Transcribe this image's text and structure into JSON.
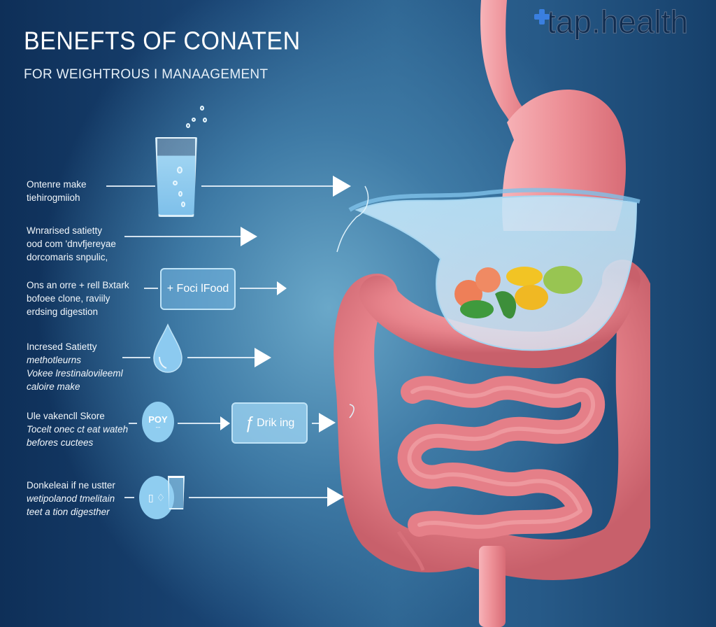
{
  "header": {
    "title": "BENEFTS OF CONATEN",
    "subtitle": "FOR WEIGHTROUS I MANAAGEMENT"
  },
  "brand": {
    "logo_text": "tap.health",
    "accent_color": "#3a7fe0"
  },
  "benefits": [
    {
      "lines": [
        "Ontenre make",
        "tiehirogmiioh"
      ],
      "icon": "water-glass-icon"
    },
    {
      "lines": [
        "Wnrarised satietty",
        "ood com 'dnvfjereyae",
        "dorcomaris snpulic,"
      ],
      "icon": "none"
    },
    {
      "lines": [
        "Ons an orre + rell Bxtark",
        "bofoee clone, raviily",
        "erdsing digestion"
      ],
      "icon": "food-box",
      "box_label": "+ Foci lFood"
    },
    {
      "lines": [
        "Incresed Satietty",
        "methotleurns",
        "Vokee lrestinalovileeml",
        "caloire make"
      ],
      "icon": "water-drop-icon"
    },
    {
      "lines": [
        "Ule vakencll Skore",
        "Tocelt onec ct eat wateh",
        "befores cuctees"
      ],
      "icon": "poy-badge",
      "badge_label": "POY",
      "box_label": "Drik ing"
    },
    {
      "lines": [
        "Donkeleai if ne ustter",
        "wetipolanod tmelitain",
        "teet a tion digesther"
      ],
      "icon": "hydration-tools-icon"
    }
  ],
  "colors": {
    "background_dark": "#0e2f58",
    "background_light": "#6aa8c9",
    "organ_pink": "#e8868f",
    "water_blue": "#9fd4f2"
  }
}
